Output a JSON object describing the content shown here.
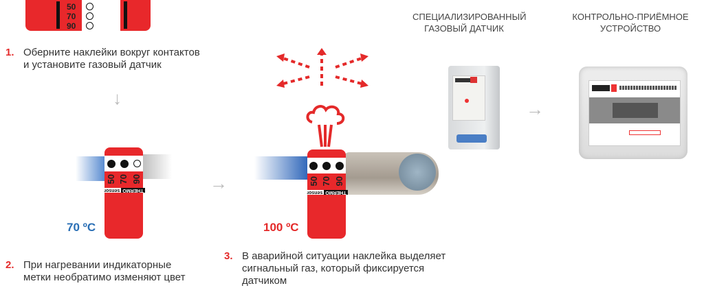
{
  "sticker": {
    "marks": [
      "50",
      "70",
      "90"
    ],
    "brand": [
      "THERMO",
      "sensor"
    ]
  },
  "steps": [
    {
      "num": "1.",
      "lines": [
        "Оберните наклейки вокруг контактов",
        "и установите газовый датчик"
      ]
    },
    {
      "num": "2.",
      "lines": [
        "При нагревании индикаторные",
        "метки необратимо изменяют цвет"
      ]
    },
    {
      "num": "3.",
      "lines": [
        "В аварийной ситуации наклейка выделяет",
        "сигнальный газ, который фиксируется",
        "датчиком"
      ]
    }
  ],
  "temps": {
    "normal": "70 ºC",
    "alarm": "100 ºC"
  },
  "titles": {
    "sensor": [
      "СПЕЦИАЛИЗИРОВАННЫЙ",
      "ГАЗОВЫЙ ДАТЧИК"
    ],
    "panel": [
      "КОНТРОЛЬНО-ПРИЁМНОЕ",
      "УСТРОЙСТВО"
    ]
  },
  "colors": {
    "accent": "#e8282b",
    "blue": "#2a6fb5"
  }
}
